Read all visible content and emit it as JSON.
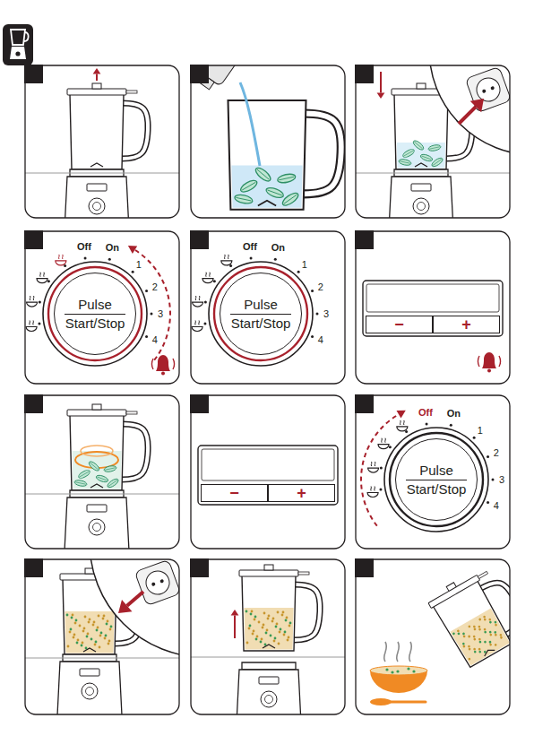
{
  "diagram": {
    "nodes": [
      {
        "text": [
          "Pulse",
          "Start/Stop"
        ]
      },
      {
        "text": [
          "Pulse",
          "Start/Stop"
        ]
      },
      {
        "text": [
          "−"
        ]
      },
      {
        "text": [
          "+"
        ]
      },
      {
        "text": [
          "−"
        ]
      },
      {
        "text": [
          "+"
        ]
      },
      {
        "text": [
          "Pulse",
          "Start/Stop"
        ]
      }
    ],
    "labels": [
      "Off",
      "On",
      "1",
      "2",
      "3",
      "4",
      "Off",
      "On",
      "1",
      "2",
      "3",
      "4",
      "Off",
      "On",
      "1",
      "2",
      "3",
      "4"
    ]
  }
}
